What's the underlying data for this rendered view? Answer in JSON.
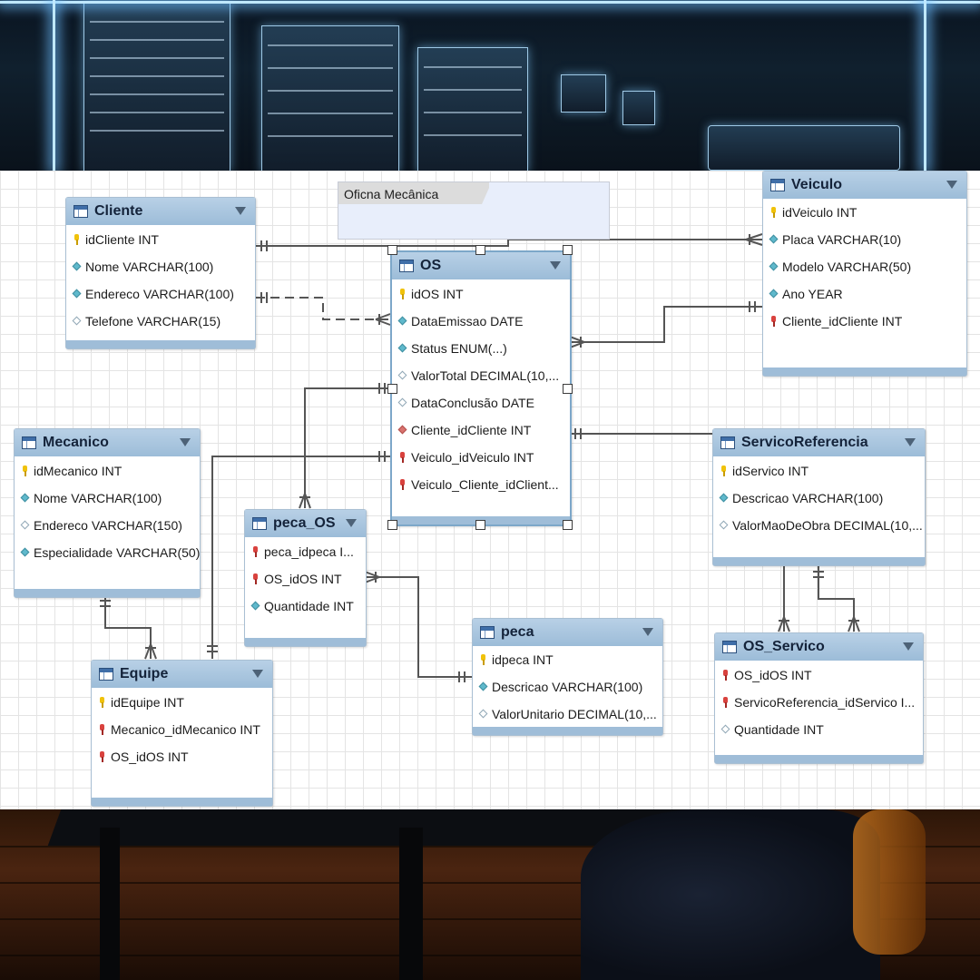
{
  "note": {
    "title": "Oficna Mecânica"
  },
  "tables": {
    "cliente": {
      "name": "Cliente",
      "columns": [
        {
          "icon": "key",
          "text": "idCliente INT"
        },
        {
          "icon": "dia",
          "text": "Nome VARCHAR(100)"
        },
        {
          "icon": "dia",
          "text": "Endereco VARCHAR(100)"
        },
        {
          "icon": "dia-open",
          "text": "Telefone VARCHAR(15)"
        }
      ]
    },
    "veiculo": {
      "name": "Veiculo",
      "columns": [
        {
          "icon": "key",
          "text": "idVeiculo INT"
        },
        {
          "icon": "dia",
          "text": "Placa VARCHAR(10)"
        },
        {
          "icon": "dia",
          "text": "Modelo VARCHAR(50)"
        },
        {
          "icon": "dia",
          "text": "Ano YEAR"
        },
        {
          "icon": "fk",
          "text": "Cliente_idCliente INT"
        }
      ]
    },
    "os": {
      "name": "OS",
      "columns": [
        {
          "icon": "key",
          "text": "idOS INT"
        },
        {
          "icon": "dia",
          "text": "DataEmissao DATE"
        },
        {
          "icon": "dia",
          "text": "Status ENUM(...)"
        },
        {
          "icon": "dia-open",
          "text": "ValorTotal DECIMAL(10,..."
        },
        {
          "icon": "dia-open",
          "text": "DataConclusão DATE"
        },
        {
          "icon": "dia-red",
          "text": "Cliente_idCliente INT"
        },
        {
          "icon": "fk",
          "text": "Veiculo_idVeiculo INT"
        },
        {
          "icon": "fk",
          "text": "Veiculo_Cliente_idClient..."
        }
      ]
    },
    "mecanico": {
      "name": "Mecanico",
      "columns": [
        {
          "icon": "key",
          "text": "idMecanico INT"
        },
        {
          "icon": "dia",
          "text": "Nome VARCHAR(100)"
        },
        {
          "icon": "dia-open",
          "text": "Endereco VARCHAR(150)"
        },
        {
          "icon": "dia",
          "text": "Especialidade VARCHAR(50)"
        }
      ]
    },
    "servicoreferencia": {
      "name": "ServicoReferencia",
      "columns": [
        {
          "icon": "key",
          "text": "idServico INT"
        },
        {
          "icon": "dia",
          "text": "Descricao VARCHAR(100)"
        },
        {
          "icon": "dia-open",
          "text": "ValorMaoDeObra DECIMAL(10,..."
        }
      ]
    },
    "peca_os": {
      "name": "peca_OS",
      "columns": [
        {
          "icon": "fk",
          "text": "peca_idpeca I..."
        },
        {
          "icon": "fk",
          "text": "OS_idOS INT"
        },
        {
          "icon": "dia",
          "text": "Quantidade INT"
        }
      ]
    },
    "peca": {
      "name": "peca",
      "columns": [
        {
          "icon": "key",
          "text": "idpeca INT"
        },
        {
          "icon": "dia",
          "text": "Descricao VARCHAR(100)"
        },
        {
          "icon": "dia-open",
          "text": "ValorUnitario DECIMAL(10,..."
        }
      ]
    },
    "equipe": {
      "name": "Equipe",
      "columns": [
        {
          "icon": "key",
          "text": "idEquipe INT"
        },
        {
          "icon": "fk",
          "text": "Mecanico_idMecanico INT"
        },
        {
          "icon": "fk",
          "text": "OS_idOS INT"
        }
      ]
    },
    "os_servico": {
      "name": "OS_Servico",
      "columns": [
        {
          "icon": "fk",
          "text": "OS_idOS INT"
        },
        {
          "icon": "fk",
          "text": "ServicoReferencia_idServico I..."
        },
        {
          "icon": "dia-open",
          "text": "Quantidade INT"
        }
      ]
    }
  }
}
